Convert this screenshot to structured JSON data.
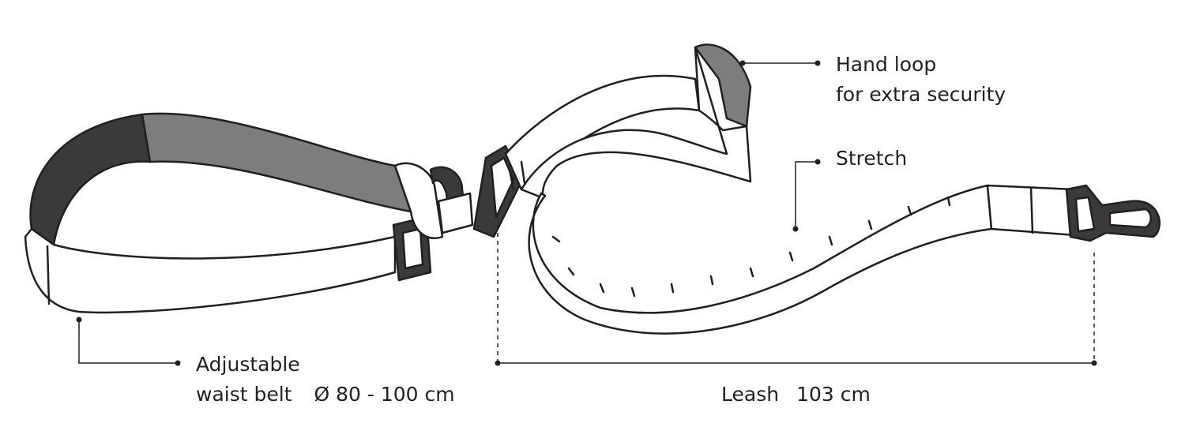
{
  "labels": {
    "hand_loop": {
      "line1": "Hand loop",
      "line2": "for extra security"
    },
    "stretch": "Stretch",
    "waist_belt": {
      "line1": "Adjustable",
      "line2": "waist belt",
      "size": "Ø 80 - 100 cm"
    },
    "leash": {
      "name": "Leash",
      "length": "103 cm"
    }
  },
  "colors": {
    "ink": "#231f20",
    "dark": "#3a3a3a",
    "gray": "#7d7d7d",
    "light": "#ffffff"
  }
}
